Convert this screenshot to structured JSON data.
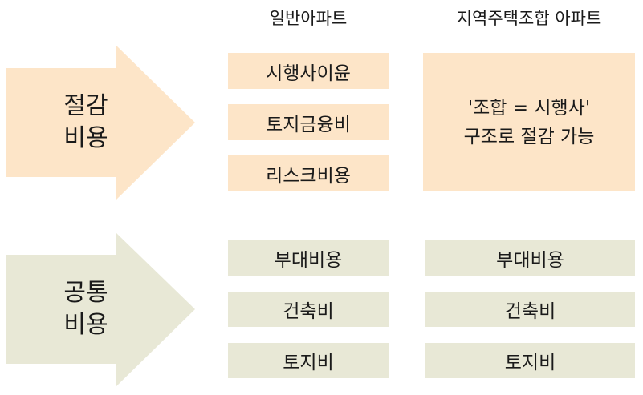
{
  "headers": {
    "general_apartment": "일반아파트",
    "union_apartment": "지역주택조합 아파트"
  },
  "arrows": {
    "savings": {
      "line1": "절감",
      "line2": "비용",
      "color": "#fde5c8"
    },
    "common": {
      "line1": "공통",
      "line2": "비용",
      "color": "#e8e8d6"
    }
  },
  "general_savings_items": [
    "시행사이윤",
    "토지금융비",
    "리스크비용"
  ],
  "union_savings_note": {
    "line1": "'조합 = 시행사'",
    "line2": "구조로 절감 가능"
  },
  "general_common_items": [
    "부대비용",
    "건축비",
    "토지비"
  ],
  "union_common_items": [
    "부대비용",
    "건축비",
    "토지비"
  ]
}
